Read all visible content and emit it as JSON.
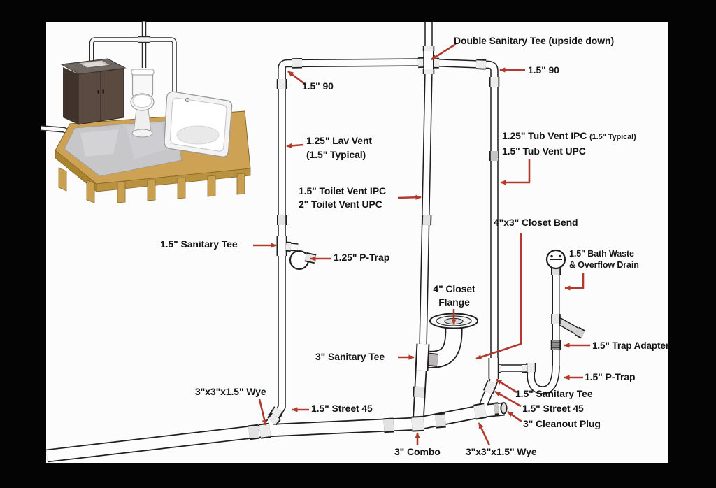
{
  "figure_title": "Bathroom drain and vent rough-in plumbing diagram",
  "colors": {
    "background": "#000000",
    "canvas": "#fcfcfc",
    "annotation_arrow": "#b03a2e",
    "label_text": "#141414",
    "pipe_outline": "#1f1f1f",
    "pipe_fill": "#fdfdfd",
    "platform_wood": "#cda254",
    "tile_floor": "#c7c7ca"
  },
  "labels": {
    "double_sanitary_tee": "Double Sanitary Tee (upside down)",
    "ninety_top_left": "1.5\" 90",
    "ninety_top_right": "1.5\" 90",
    "lav_vent_l1": "1.25\" Lav Vent",
    "lav_vent_l2": "(1.5\" Typical)",
    "toilet_vent_l1": "1.5\" Toilet Vent IPC",
    "toilet_vent_l2": "2\" Toilet Vent UPC",
    "tub_vent_l1": "1.25\" Tub Vent IPC",
    "tub_vent_l1_note": "(1.5\" Typical)",
    "tub_vent_l2": "1.5\" Tub Vent UPC",
    "lav_sanitary_tee": "1.5\" Sanitary Tee",
    "lav_p_trap": "1.25\" P-Trap",
    "closet_bend": "4\"x3\" Closet Bend",
    "bath_waste_l1": "1.5\" Bath Waste",
    "bath_waste_l2": "& Overflow Drain",
    "closet_flange_l1": "4\" Closet",
    "closet_flange_l2": "Flange",
    "sanitary_tee_3in": "3\" Sanitary Tee",
    "wye_left": "3\"x3\"x1.5\" Wye",
    "street_45_left": "1.5\" Street 45",
    "trap_adapter": "1.5\" Trap Adapter",
    "tub_p_trap": "1.5\" P-Trap",
    "tub_sanitary_tee": "1.5\" Sanitary Tee",
    "tub_street_45": "1.5\" Street 45",
    "cleanout_plug": "3\" Cleanout Plug",
    "combo_3in": "3\" Combo",
    "wye_bottom": "3\"x3\"x1.5\" Wye"
  }
}
